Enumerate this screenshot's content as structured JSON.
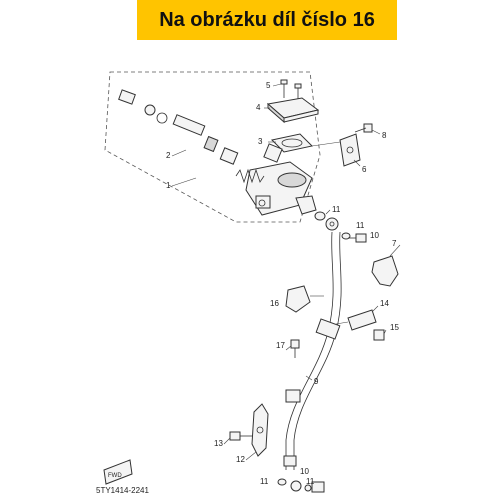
{
  "banner": {
    "text": "Na obrázku díl číslo 16",
    "color": "#ffc400"
  },
  "diagram_code": "5TY1414-2241",
  "fwd_label": "FWD",
  "callouts": {
    "p1": "1",
    "p2": "2",
    "p3": "3",
    "p4": "4",
    "p5": "5",
    "p6": "6",
    "p7": "7",
    "p8": "8",
    "p9": "9",
    "p10a": "10",
    "p10b": "10",
    "p11a": "11",
    "p11b": "11",
    "p11c": "11",
    "p11d": "11",
    "p12": "12",
    "p13": "13",
    "p14": "14",
    "p15": "15",
    "p16": "16",
    "p17": "17"
  }
}
